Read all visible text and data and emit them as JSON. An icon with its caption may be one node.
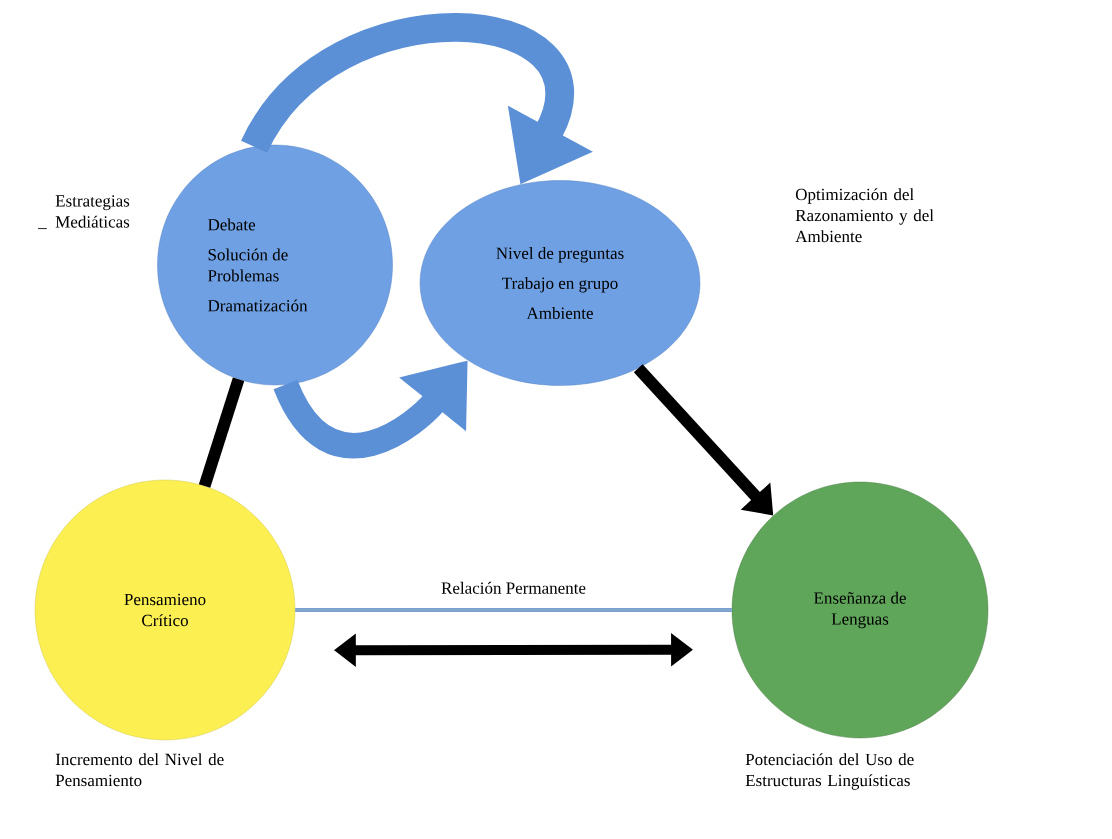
{
  "diagram": {
    "nodes": [
      {
        "text": [
          "Debate",
          "Solución de Problemas",
          "Dramatización"
        ],
        "beside": [
          "Estrategias Mediáticas"
        ]
      },
      {
        "text": [
          "Nivel de preguntas",
          "Trabajo en grupo",
          "Ambiente"
        ]
      },
      {
        "text": [
          "Pensamieno Crítico"
        ],
        "beside": [
          "Incremento del Nivel de Pensamiento"
        ]
      },
      {
        "text": [
          "Enseñanza de Lenguas"
        ],
        "beside": [
          "Potenciación del Uso de Estructuras Linguísticas"
        ]
      }
    ],
    "edges": [
      {
        "from": 0,
        "to": 1,
        "arrow": "to",
        "style": "thick",
        "color": "#5b8fd6"
      },
      {
        "from": 0,
        "to": 1,
        "arrow": "to",
        "style": "thick",
        "color": "#5b8fd6"
      },
      {
        "from": 0,
        "to": 2,
        "arrow": "none"
      },
      {
        "from": 1,
        "to": 3,
        "arrow": "to"
      },
      {
        "from": 2,
        "to": 3,
        "arrow": "none",
        "color": "#4f81bd",
        "label": "Relación Permanente"
      },
      {
        "from": 2,
        "to": 3,
        "arrow": "both"
      }
    ],
    "labels": [
      "–",
      "Optimización del Razonamiento y del Ambiente"
    ]
  }
}
